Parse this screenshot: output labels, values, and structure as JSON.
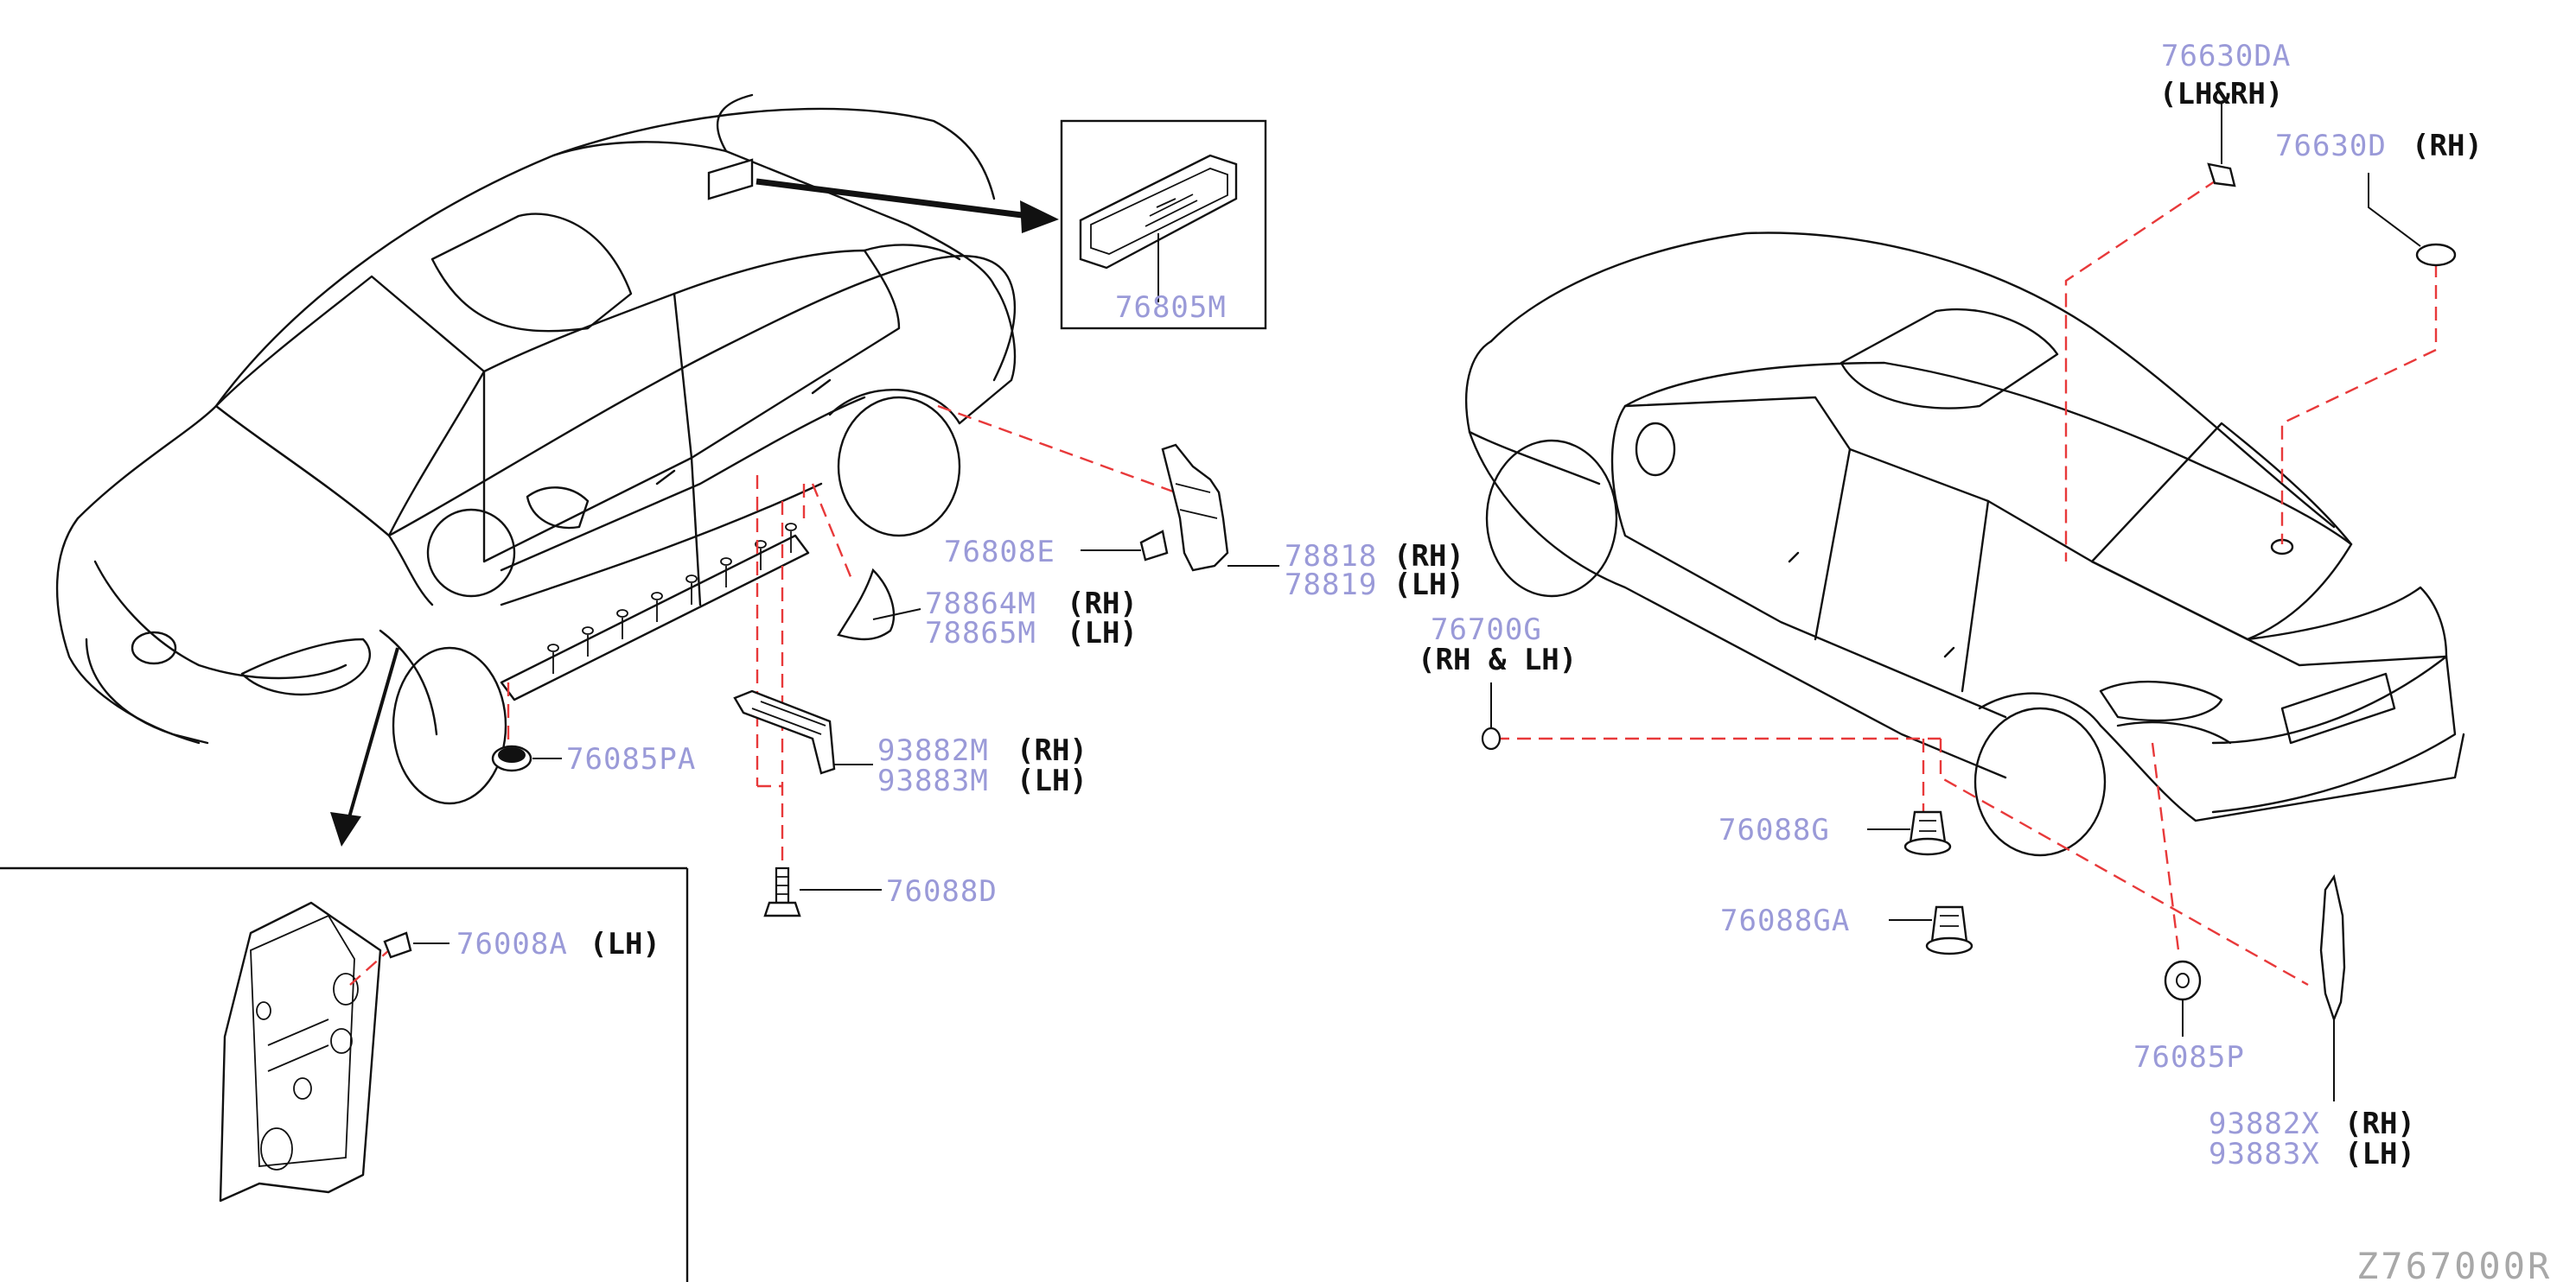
{
  "diagram_ref": "Z767000R",
  "callouts": {
    "p76805M": "76805M",
    "p76808E": "76808E",
    "p78818": "78818",
    "p78818_q": "(RH)",
    "p78819": "78819",
    "p78819_q": "(LH)",
    "p78864M": "78864M",
    "p78864M_q": "(RH)",
    "p78865M": "78865M",
    "p78865M_q": "(LH)",
    "p76085PA": "76085PA",
    "p93882M": "93882M",
    "p93882M_q": "(RH)",
    "p93883M": "93883M",
    "p93883M_q": "(LH)",
    "p76088D": "76088D",
    "p76008A": "76008A",
    "p76008A_q": "(LH)",
    "p76630DA": "76630DA",
    "p76630DA_q": "(LH&RH)",
    "p76630D": "76630D",
    "p76630D_q": "(RH)",
    "p76700G": "76700G",
    "p76700G_q": "(RH & LH)",
    "p76088G": "76088G",
    "p76088GA": "76088GA",
    "p76085P": "76085P",
    "p93882X": "93882X",
    "p93882X_q": "(RH)",
    "p93883X": "93883X",
    "p93883X_q": "(LH)"
  }
}
